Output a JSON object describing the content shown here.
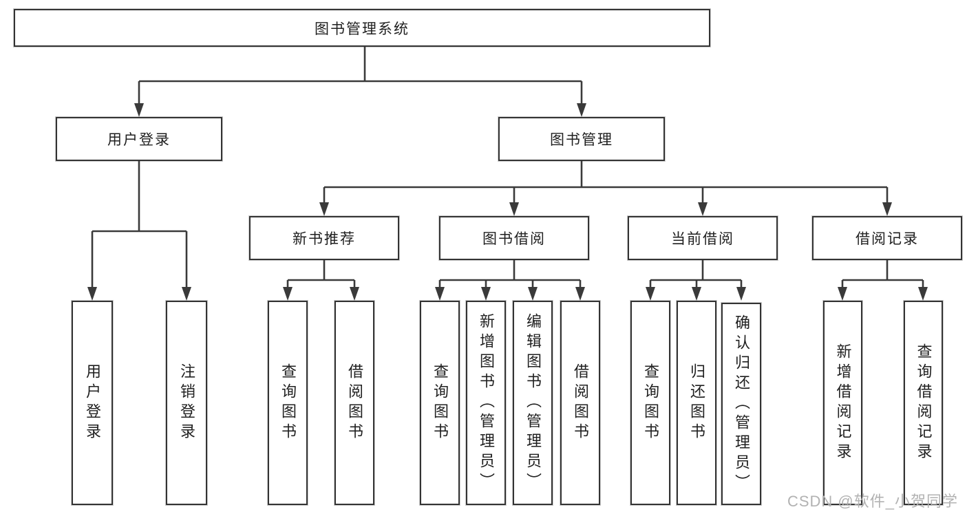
{
  "tree": {
    "root": {
      "label": "图书管理系统"
    },
    "branches": [
      {
        "label": "用户登录",
        "children": [
          {
            "label": "用户登录"
          },
          {
            "label": "注销登录"
          }
        ]
      },
      {
        "label": "图书管理",
        "children": [
          {
            "label": "新书推荐",
            "children": [
              {
                "label": "查询图书"
              },
              {
                "label": "借阅图书"
              }
            ]
          },
          {
            "label": "图书借阅",
            "children": [
              {
                "label": "查询图书"
              },
              {
                "label": "新增图书（管理员）"
              },
              {
                "label": "编辑图书（管理员）"
              },
              {
                "label": "借阅图书"
              }
            ]
          },
          {
            "label": "当前借阅",
            "children": [
              {
                "label": "查询图书"
              },
              {
                "label": "归还图书"
              },
              {
                "label": "确认归还（管理员）"
              }
            ]
          },
          {
            "label": "借阅记录",
            "children": [
              {
                "label": "新增借阅记录"
              },
              {
                "label": "查询借阅记录"
              }
            ]
          }
        ]
      }
    ]
  },
  "colors": {
    "line": "#3a3a3a",
    "border": "#333333",
    "text": "#1f1f1f",
    "watermark": "#b2b2b2"
  },
  "watermark": "CSDN @软件_小贺同学"
}
